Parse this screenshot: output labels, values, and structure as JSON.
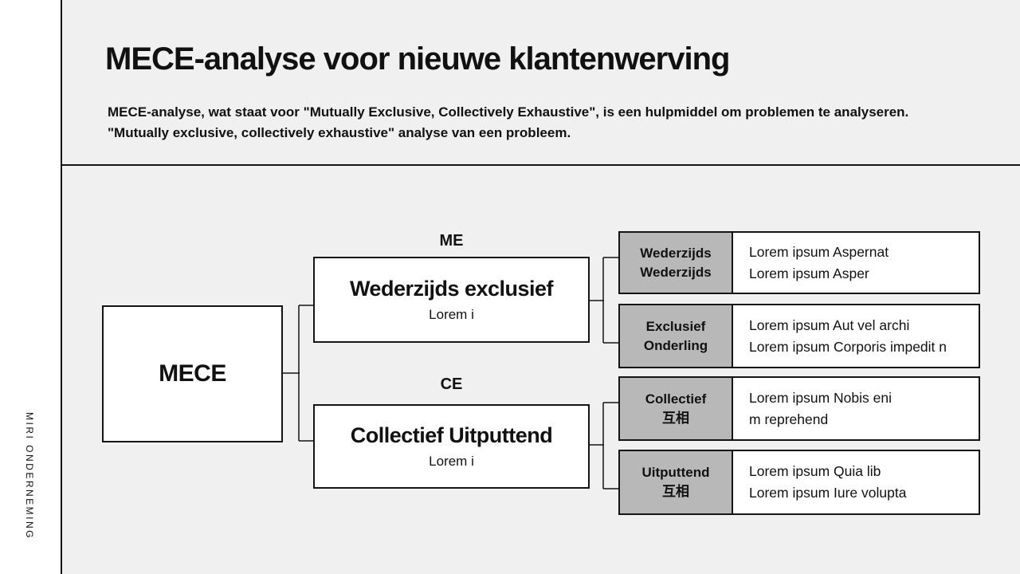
{
  "slide": {
    "brand_vertical_text": "MIRI ONDERNEMING",
    "title": "MECE-analyse voor nieuwe klantenwerving",
    "subtitle_line1": "MECE-analyse, wat staat voor \"Mutually Exclusive, Collectively Exhaustive\", is een hulpmiddel om problemen te analyseren.",
    "subtitle_line2": "\"Mutually exclusive, collectively exhaustive\" analyse van een probleem."
  },
  "diagram": {
    "root": {
      "label": "MECE"
    },
    "branches": [
      {
        "tag": "ME",
        "title": "Wederzijds exclusief",
        "subtitle": "Lorem i"
      },
      {
        "tag": "CE",
        "title": "Collectief Uitputtend",
        "subtitle": "Lorem i"
      }
    ],
    "leaves": [
      {
        "label_line1": "Wederzijds",
        "label_line2": "Wederzijds",
        "text_line1": "Lorem ipsum Aspernat",
        "text_line2": "Lorem ipsum Asper"
      },
      {
        "label_line1": "Exclusief",
        "label_line2": "Onderling",
        "text_line1": "Lorem ipsum Aut vel archi",
        "text_line2": "Lorem ipsum Corporis impedit n"
      },
      {
        "label_line1": "Collectief",
        "label_line2": "互相",
        "text_line1": "Lorem ipsum Nobis eni",
        "text_line2": "m reprehend"
      },
      {
        "label_line1": "Uitputtend",
        "label_line2": "互相",
        "text_line1": "Lorem ipsum Quia lib",
        "text_line2": "Lorem ipsum Iure volupta"
      }
    ]
  },
  "colors": {
    "background": "#f0f0f0",
    "sidebar_background": "#ffffff",
    "box_fill": "#ffffff",
    "label_fill": "#b8b8b8",
    "border": "#141414",
    "text": "#111111"
  }
}
